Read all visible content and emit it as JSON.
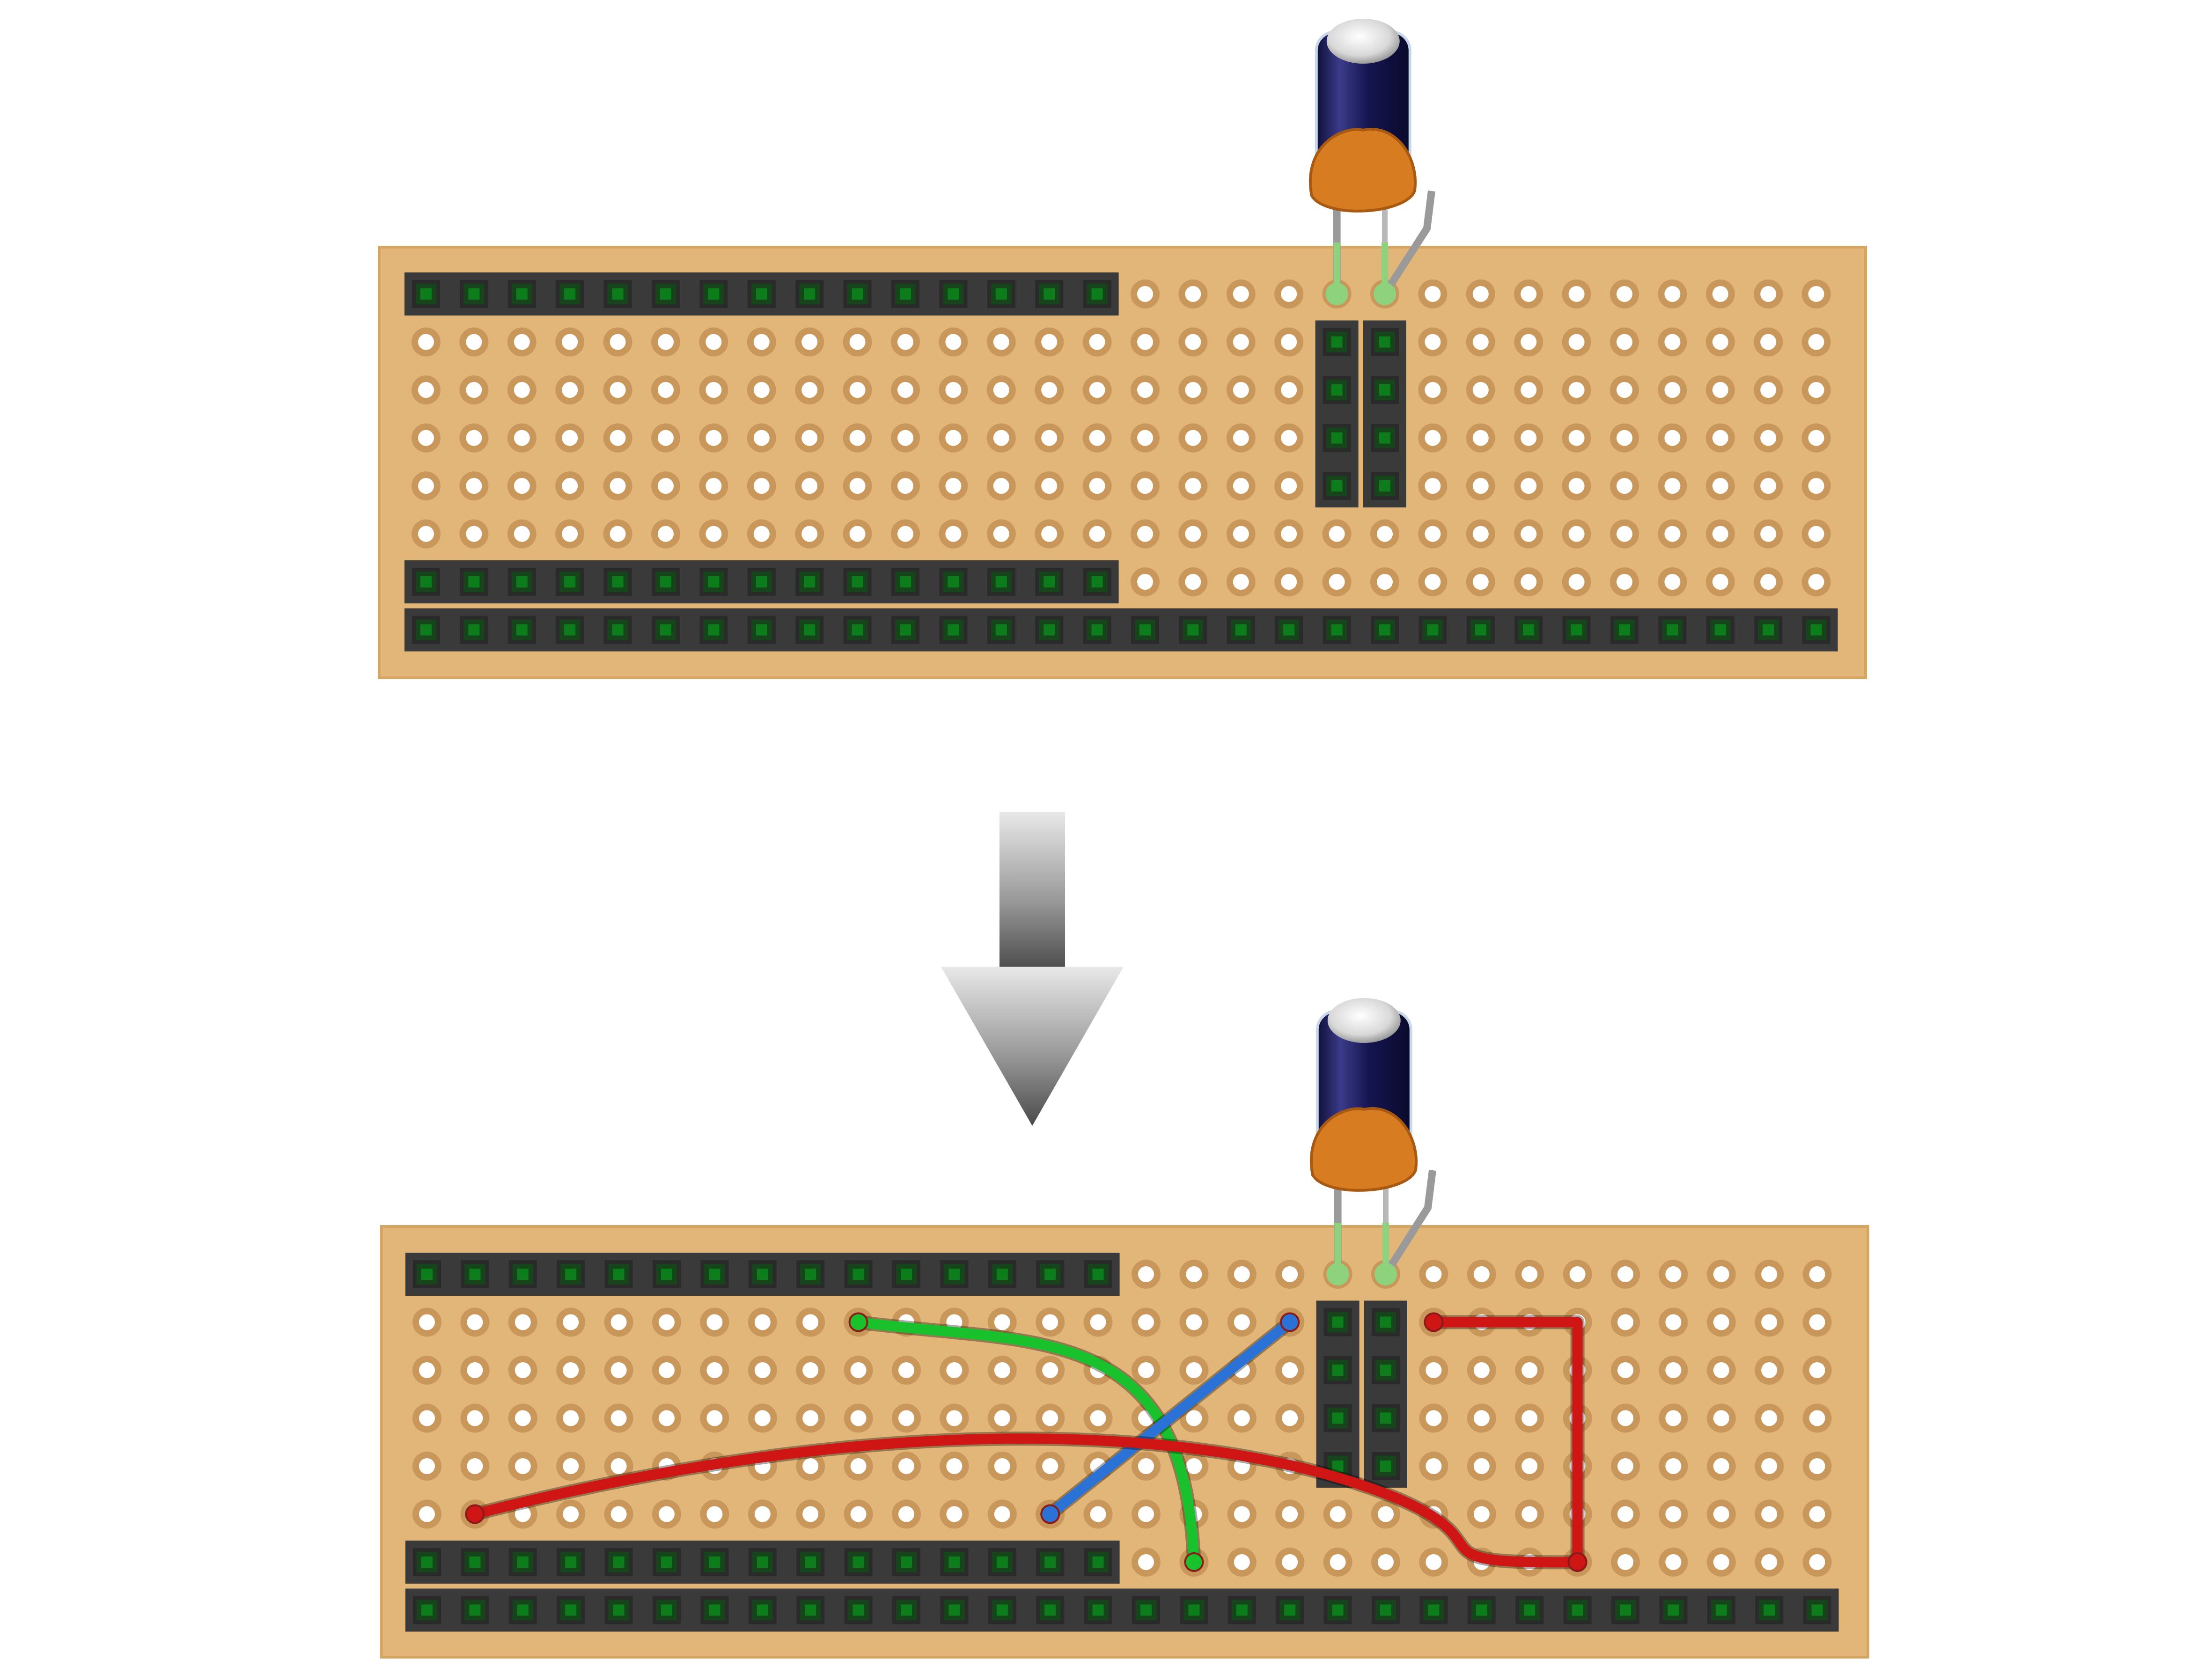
{
  "colors": {
    "board": "#e2b579",
    "board_edge": "#d6a463",
    "pad_ring": "#c9975a",
    "hole": "#ffffff",
    "header_body": "#3a3a3a",
    "header_pin": "#16451c",
    "pin_center": "#0c7d1a",
    "lead": "#b8b8b8",
    "lead_tip": "#8fd27d",
    "cap_body": "#1a1a55",
    "ceramic_cap": "#d77c20",
    "wire_red": "#d01515",
    "wire_green": "#19c22c",
    "wire_blue": "#2a72d6",
    "arrow": "#777777"
  },
  "boards": [
    {
      "name": "board-before",
      "cols": 30,
      "rows": 8,
      "headers": [
        {
          "name": "header-top-left",
          "row": 0,
          "col": 0,
          "length": 15,
          "orient": "h"
        },
        {
          "name": "header-row6-left",
          "row": 6,
          "col": 0,
          "length": 15,
          "orient": "h"
        },
        {
          "name": "header-bottom-full",
          "row": 7,
          "col": 0,
          "length": 30,
          "orient": "h"
        },
        {
          "name": "header-vertical-left",
          "row": 1,
          "col": 19,
          "length": 4,
          "orient": "v"
        },
        {
          "name": "header-vertical-right",
          "row": 1,
          "col": 20,
          "length": 4,
          "orient": "v"
        }
      ],
      "components": [
        {
          "name": "electrolytic-capacitor",
          "type": "electrolytic",
          "pins": [
            [
              0,
              19
            ],
            [
              0,
              20
            ]
          ]
        },
        {
          "name": "ceramic-capacitor",
          "type": "ceramic",
          "pins": [
            [
              0,
              19
            ],
            [
              0,
              20
            ]
          ]
        }
      ],
      "wires": []
    },
    {
      "name": "board-after",
      "cols": 30,
      "rows": 8,
      "headers": [
        {
          "name": "header-top-left",
          "row": 0,
          "col": 0,
          "length": 15,
          "orient": "h"
        },
        {
          "name": "header-row6-left",
          "row": 6,
          "col": 0,
          "length": 15,
          "orient": "h"
        },
        {
          "name": "header-bottom-full",
          "row": 7,
          "col": 0,
          "length": 30,
          "orient": "h"
        },
        {
          "name": "header-vertical-left",
          "row": 1,
          "col": 19,
          "length": 4,
          "orient": "v"
        },
        {
          "name": "header-vertical-right",
          "row": 1,
          "col": 20,
          "length": 4,
          "orient": "v"
        }
      ],
      "components": [
        {
          "name": "electrolytic-capacitor",
          "type": "electrolytic",
          "pins": [
            [
              0,
              19
            ],
            [
              0,
              20
            ]
          ]
        },
        {
          "name": "ceramic-capacitor",
          "type": "ceramic",
          "pins": [
            [
              0,
              19
            ],
            [
              0,
              20
            ]
          ]
        }
      ],
      "wires": [
        {
          "name": "wire-green",
          "color": "wire_green",
          "from": [
            1,
            9
          ],
          "to": [
            6,
            16
          ],
          "shape": "curve-green"
        },
        {
          "name": "wire-blue",
          "color": "wire_blue",
          "from": [
            1,
            18
          ],
          "to": [
            5,
            13
          ],
          "shape": "straight"
        },
        {
          "name": "wire-red-long",
          "color": "wire_red",
          "from": [
            5,
            1
          ],
          "to": [
            6,
            24
          ],
          "shape": "curve-red"
        },
        {
          "name": "wire-red-bracket",
          "color": "wire_red",
          "from": [
            1,
            21
          ],
          "to": [
            6,
            24
          ],
          "shape": "bracket",
          "via": [
            1,
            24
          ]
        }
      ]
    }
  ],
  "arrow": {
    "direction": "down"
  }
}
